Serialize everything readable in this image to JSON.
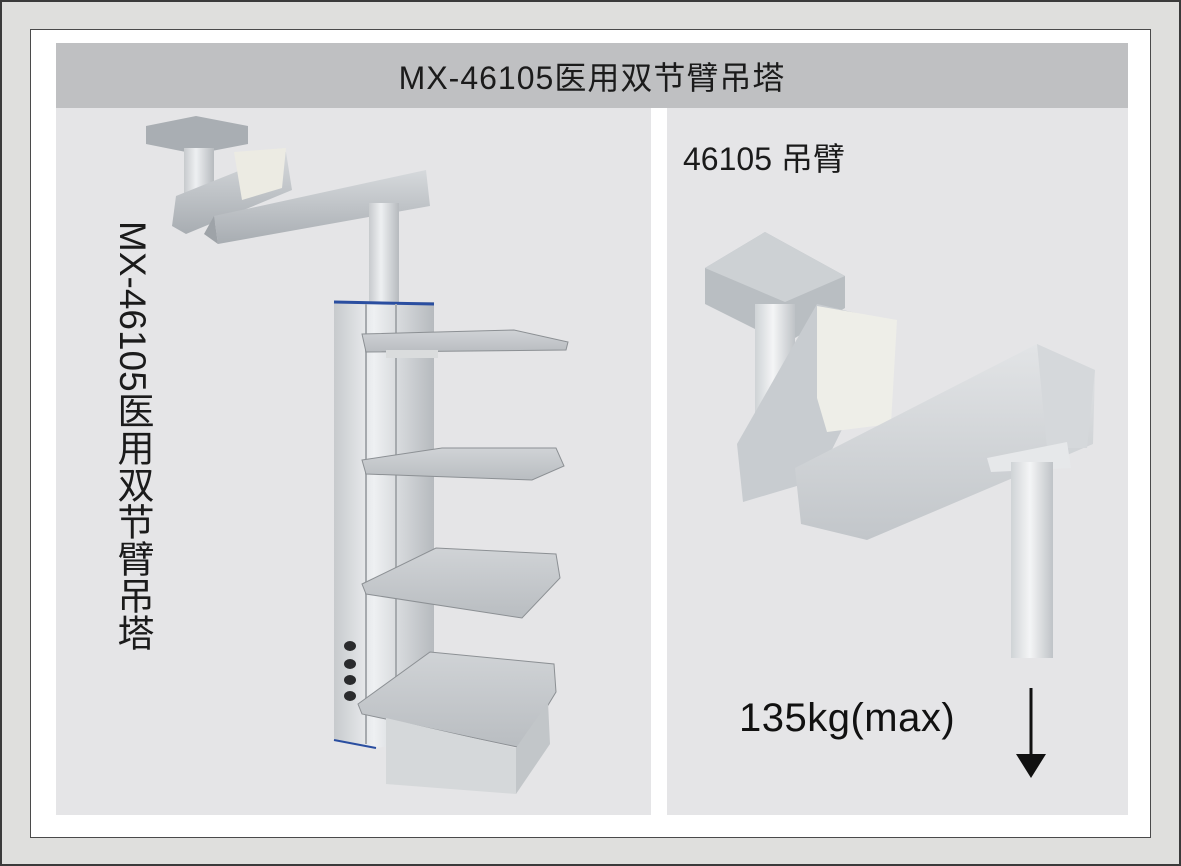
{
  "banner": {
    "title": "MX-46105医用双节臂吊塔"
  },
  "left_panel": {
    "vertical_label": "MX-46105医用双节臂吊塔",
    "image": "medical-double-arm-pendant-tower-with-shelves"
  },
  "right_panel": {
    "caption": "46105 吊臂",
    "image": "pendant-arm-closeup",
    "load_label": "135kg(max)",
    "arrow_icon": "down-arrow-icon"
  },
  "colors": {
    "page_bg": "#dfdfdd",
    "frame_bg": "#ffffff",
    "banner_bg": "#bfc0c2",
    "panel_bg": "#e5e5e7",
    "text": "#1b1b1b",
    "column_accent": "#2a4ea0"
  }
}
